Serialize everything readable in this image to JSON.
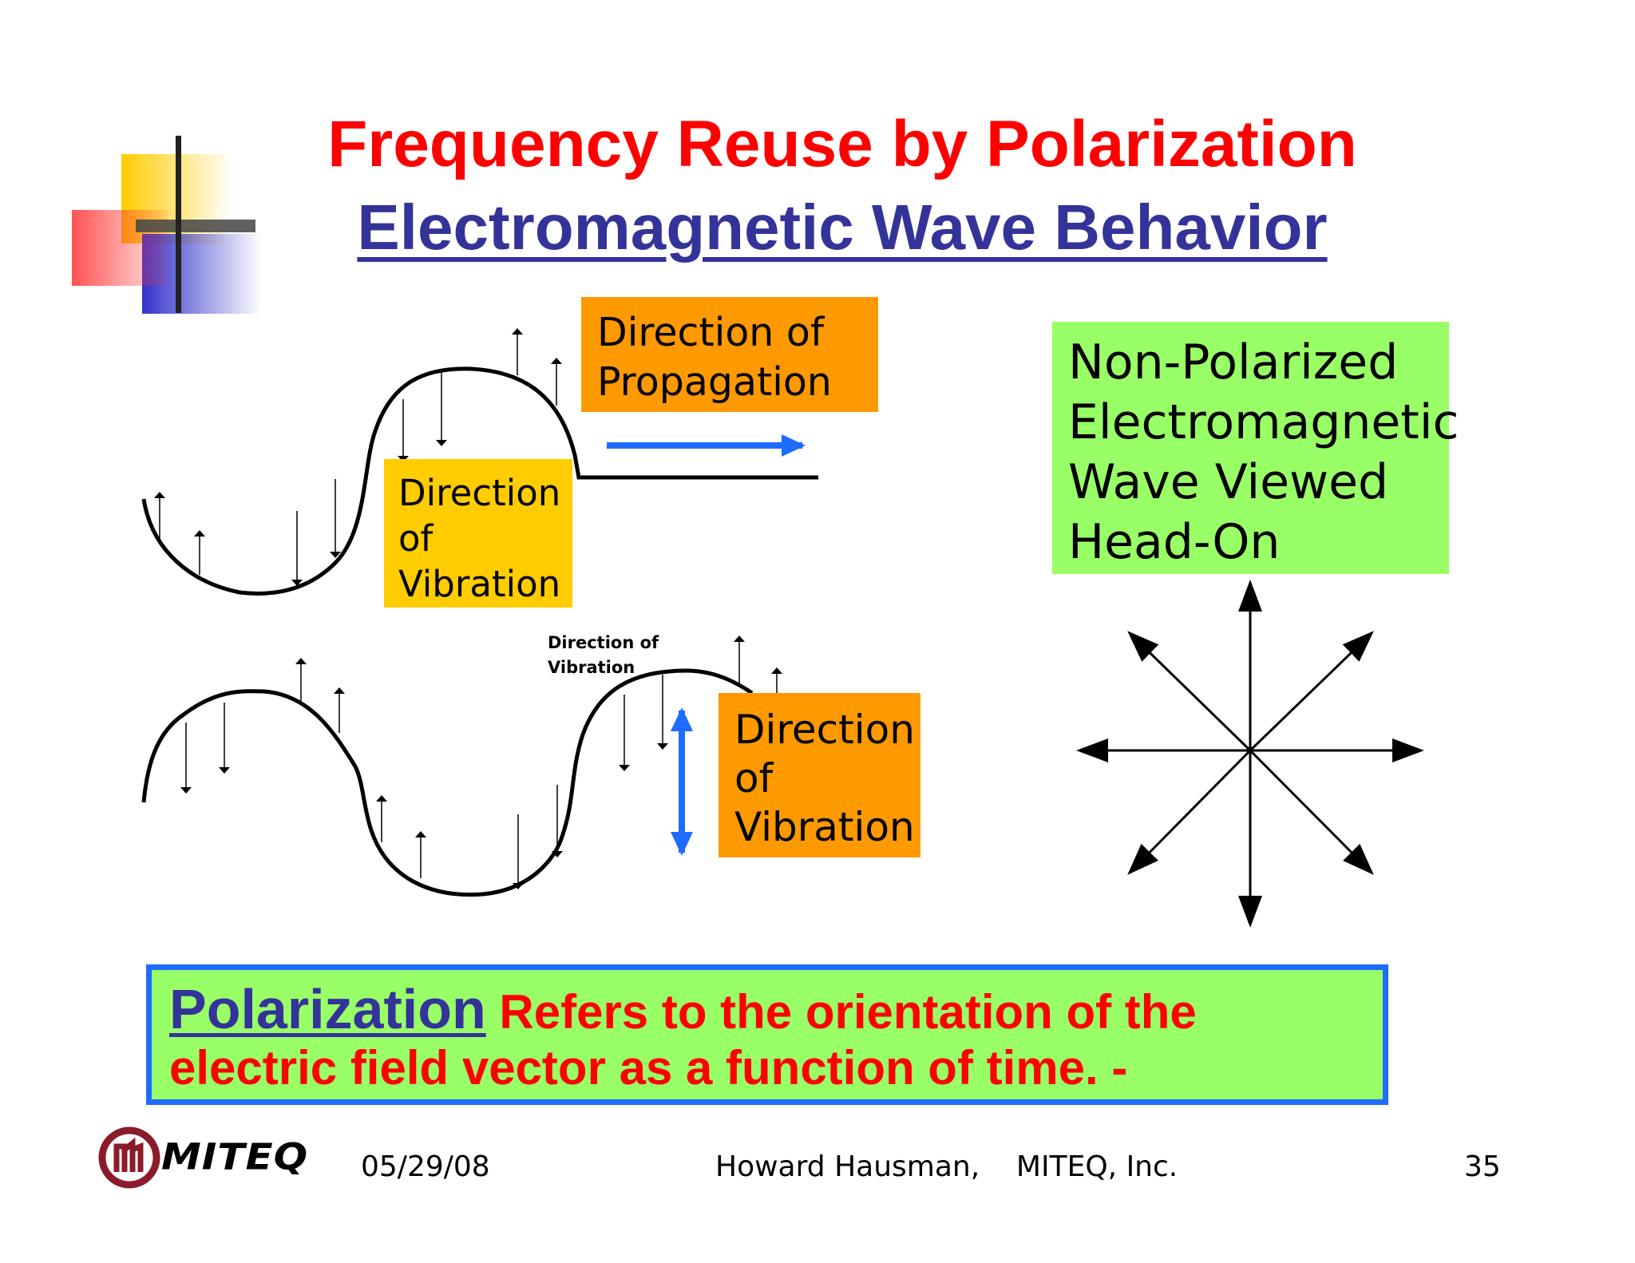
{
  "slide": {
    "title": "Frequency Reuse by Polarization",
    "subtitle": "Electromagnetic Wave Behavior"
  },
  "diagram": {
    "propagation_label": "Direction of\nPropagation",
    "vibration_label_top": "Direction\nof\nVibration",
    "vibration_label_small": "Direction of\nVibration",
    "vibration_label_bottom": "Direction\nof\nVibration",
    "non_polarized_label": "Non-Polarized\nElectromagnetic\nWave Viewed\nHead-On"
  },
  "definition": {
    "term": "Polarization",
    "text": " Refers to the orientation of the electric field vector as a function of time. -"
  },
  "footer": {
    "logo_text": "MITEQ",
    "date": "05/29/08",
    "author": "Howard Hausman,    MITEQ, Inc.",
    "page_number": "35"
  },
  "colors": {
    "title_red": "#ff0000",
    "subtitle_blue": "#333399",
    "orange_box": "#ff9900",
    "yellow_box": "#ffcc00",
    "green_box": "#99ff66",
    "arrow_blue": "#1e6bff",
    "logo_maroon": "#8b1a2b"
  }
}
